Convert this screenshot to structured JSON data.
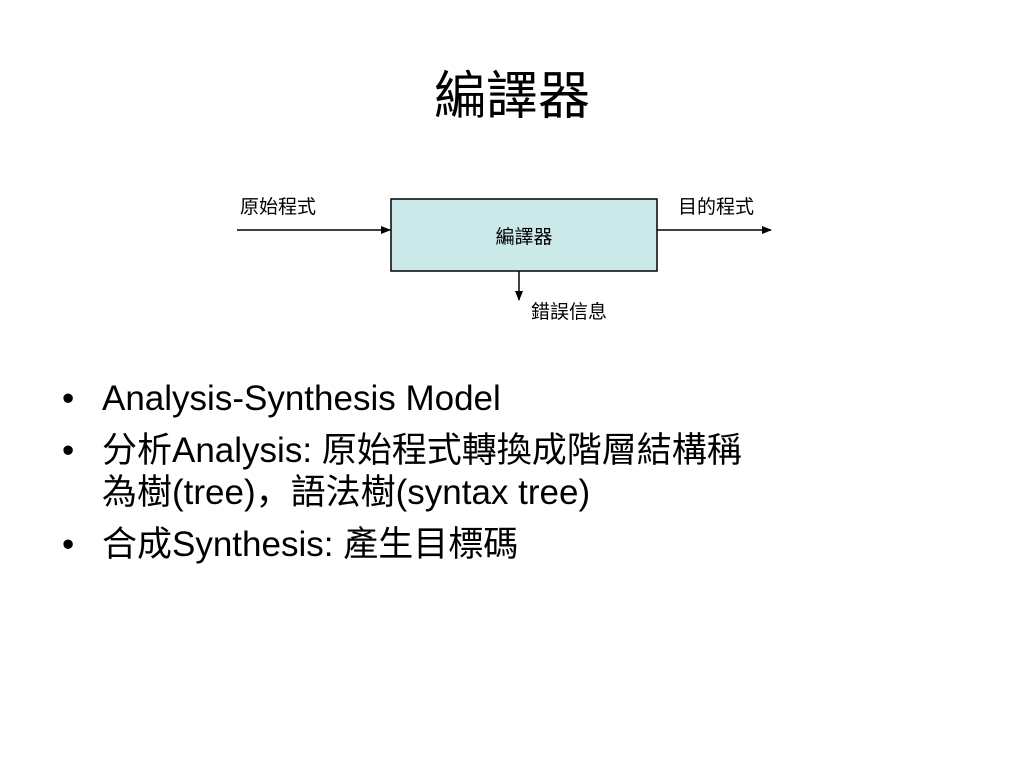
{
  "slide": {
    "title": "編譯器"
  },
  "diagram": {
    "input_label": "原始程式",
    "box_label": "編譯器",
    "output_label": "目的程式",
    "error_label": "錯誤信息",
    "box_fill": "#cce9ea",
    "stroke": "#000000"
  },
  "bullets": {
    "marker": "•",
    "items": [
      {
        "lines": [
          "Analysis-Synthesis Model"
        ]
      },
      {
        "lines": [
          "分析Analysis: 原始程式轉換成階層結構稱",
          "為樹(tree)，語法樹(syntax tree)"
        ]
      },
      {
        "lines": [
          "合成Synthesis: 產生目標碼"
        ]
      }
    ]
  }
}
